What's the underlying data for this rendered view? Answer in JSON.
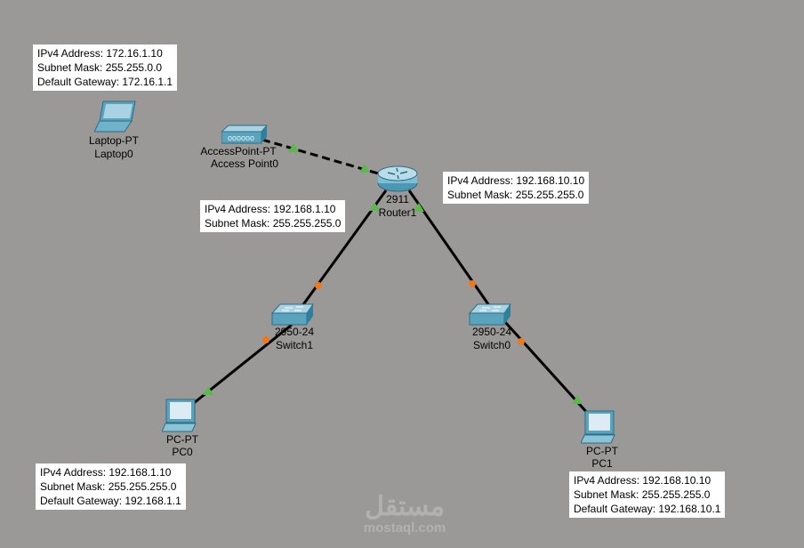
{
  "devices": {
    "laptop0": {
      "model": "Laptop-PT",
      "name": "Laptop0",
      "ipv4": "IPv4 Address: 172.16.1.10",
      "mask": "Subnet Mask: 255.255.0.0",
      "gateway": "Default Gateway: 172.16.1.1"
    },
    "ap0": {
      "model": "AccessPoint-PT",
      "name": "Access Point0"
    },
    "router1": {
      "model": "2911",
      "name": "Router1",
      "ipv4_g01": "IPv4 Address: 192.168.10.10",
      "mask_g01": "Subnet Mask: 255.255.255.0",
      "ipv4_g00": "IPv4 Address: 192.168.1.10",
      "mask_g00": "Subnet Mask: 255.255.255.0"
    },
    "switch1": {
      "model": "2950-24",
      "name": "Switch1"
    },
    "switch0": {
      "model": "2950-24",
      "name": "Switch0"
    },
    "pc0": {
      "model": "PC-PT",
      "name": "PC0",
      "ipv4": "IPv4 Address: 192.168.1.10",
      "mask": "Subnet Mask: 255.255.255.0",
      "gateway": "Default Gateway: 192.168.1.1"
    },
    "pc1": {
      "model": "PC-PT",
      "name": "PC1",
      "ipv4": "IPv4 Address: 192.168.10.10",
      "mask": "Subnet Mask: 255.255.255.0",
      "gateway": "Default Gateway: 192.168.10.1"
    }
  },
  "watermark": {
    "arabic": "مستقل",
    "latin": "mostaql.com"
  },
  "colors": {
    "background": "#9b9998",
    "link_up": "#5cb84a",
    "link_pending": "#f07818",
    "device": "#5aa3bd"
  }
}
